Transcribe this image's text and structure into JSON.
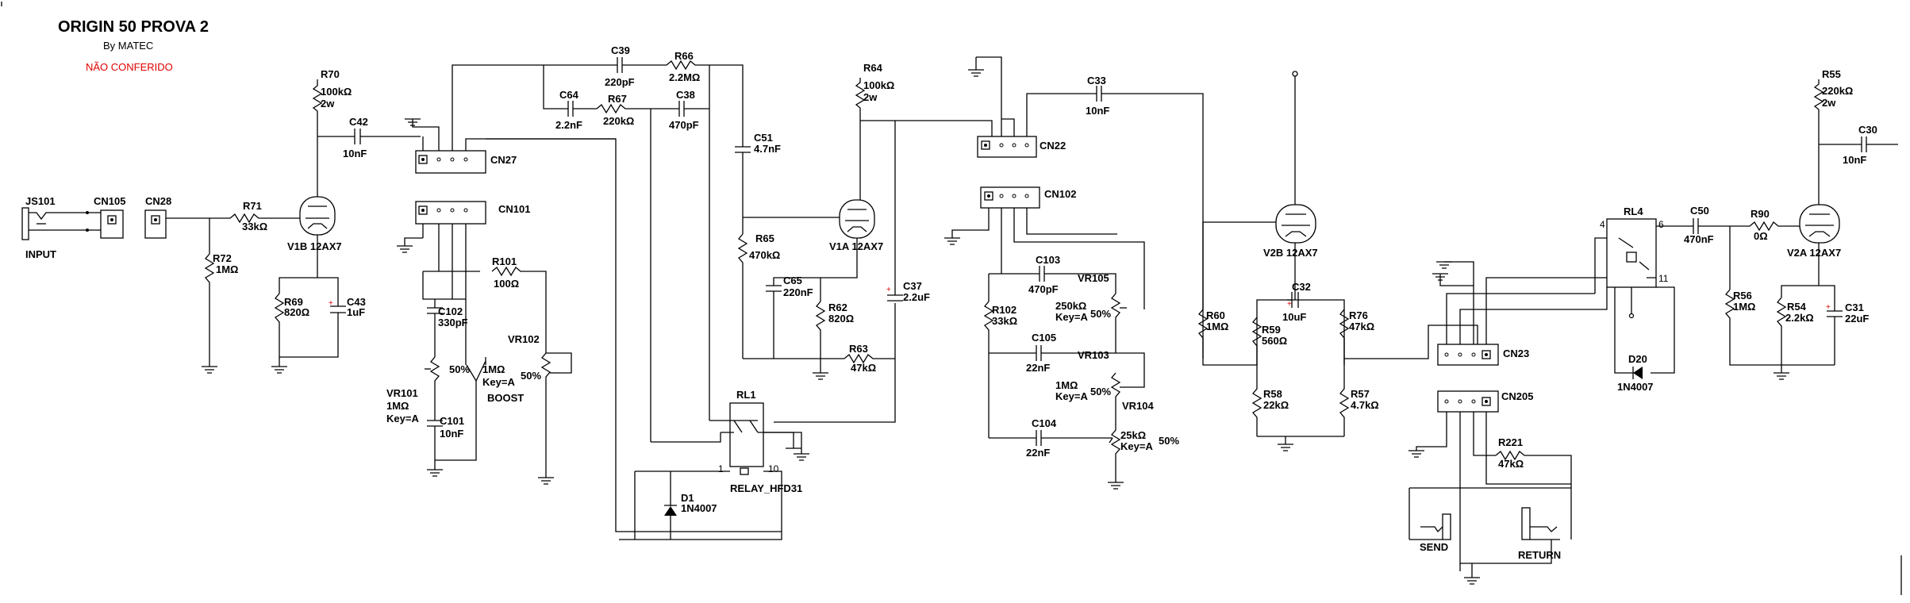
{
  "header": {
    "title": "ORIGIN 50 PROVA 2",
    "author": "By MATEC",
    "note": "NÃO CONFERIDO"
  },
  "jacks": {
    "input_ref": "JS101",
    "input_label": "INPUT",
    "send_label": "SEND",
    "return_label": "RETURN"
  },
  "connectors": {
    "cn105": "CN105",
    "cn28": "CN28",
    "cn27": "CN27",
    "cn101": "CN101",
    "cn22": "CN22",
    "cn102": "CN102",
    "cn23": "CN23",
    "cn205": "CN205"
  },
  "tubes": {
    "v1b": "V1B 12AX7",
    "v1a": "V1A 12AX7",
    "v2b": "V2B 12AX7",
    "v2a": "V2A 12AX7"
  },
  "resistors": {
    "r70": {
      "ref": "R70",
      "val": "100kΩ",
      "extra": "2w"
    },
    "r71": {
      "ref": "R71",
      "val": "33kΩ"
    },
    "r72": {
      "ref": "R72",
      "val": "1MΩ"
    },
    "r69": {
      "ref": "R69",
      "val": "820Ω"
    },
    "r101": {
      "ref": "R101",
      "val": "100Ω"
    },
    "r66": {
      "ref": "R66",
      "val": "2.2MΩ"
    },
    "r67": {
      "ref": "R67",
      "val": "220kΩ"
    },
    "r64": {
      "ref": "R64",
      "val": "100kΩ",
      "extra": "2w"
    },
    "r65": {
      "ref": "R65",
      "val": "470kΩ"
    },
    "r62": {
      "ref": "R62",
      "val": "820Ω"
    },
    "r63": {
      "ref": "R63",
      "val": "47kΩ"
    },
    "r102": {
      "ref": "R102",
      "val": "33kΩ"
    },
    "r60": {
      "ref": "R60",
      "val": "1MΩ"
    },
    "r59": {
      "ref": "R59",
      "val": "560Ω"
    },
    "r58": {
      "ref": "R58",
      "val": "22kΩ"
    },
    "r76": {
      "ref": "R76",
      "val": "47kΩ"
    },
    "r57": {
      "ref": "R57",
      "val": "4.7kΩ"
    },
    "r221": {
      "ref": "R221",
      "val": "47kΩ"
    },
    "r90": {
      "ref": "R90",
      "val": "0Ω"
    },
    "r56": {
      "ref": "R56",
      "val": "1MΩ"
    },
    "r54": {
      "ref": "R54",
      "val": "2.2kΩ"
    },
    "r55": {
      "ref": "R55",
      "val": "220kΩ",
      "extra": "2w"
    }
  },
  "capacitors": {
    "c42": {
      "ref": "C42",
      "val": "10nF"
    },
    "c43": {
      "ref": "C43",
      "val": "1uF"
    },
    "c102": {
      "ref": "C102",
      "val": "330pF"
    },
    "c101": {
      "ref": "C101",
      "val": "10nF"
    },
    "c39": {
      "ref": "C39",
      "val": "220pF"
    },
    "c64": {
      "ref": "C64",
      "val": "2.2nF"
    },
    "c38": {
      "ref": "C38",
      "val": "470pF"
    },
    "c51": {
      "ref": "C51",
      "val": "4.7nF"
    },
    "c65": {
      "ref": "C65",
      "val": "220nF"
    },
    "c37": {
      "ref": "C37",
      "val": "2.2uF"
    },
    "c33": {
      "ref": "C33",
      "val": "10nF"
    },
    "c103": {
      "ref": "C103",
      "val": "470pF"
    },
    "c105": {
      "ref": "C105",
      "val": "22nF"
    },
    "c104": {
      "ref": "C104",
      "val": "22nF"
    },
    "c32": {
      "ref": "C32",
      "val": "10uF"
    },
    "c50": {
      "ref": "C50",
      "val": "470nF"
    },
    "c31": {
      "ref": "C31",
      "val": "22uF"
    },
    "c30": {
      "ref": "C30",
      "val": "10nF"
    }
  },
  "pots": {
    "vr101": {
      "ref": "VR101",
      "val": "1MΩ",
      "key": "Key=A",
      "pct": "50%"
    },
    "vr102": {
      "ref": "VR102",
      "val": "1MΩ",
      "key": "Key=A",
      "pct": "50%"
    },
    "vr105": {
      "ref": "VR105",
      "val": "250kΩ",
      "key": "Key=A",
      "pct": "50%"
    },
    "vr103": {
      "ref": "VR103",
      "val": "1MΩ",
      "key": "Key=A",
      "pct": "50%"
    },
    "vr104": {
      "ref": "VR104",
      "val": "25kΩ",
      "key": "Key=A",
      "pct": "50%"
    }
  },
  "switches": {
    "boost": "BOOST"
  },
  "relays": {
    "rl1": {
      "ref": "RL1",
      "model": "RELAY_HFD31"
    },
    "rl4": {
      "ref": "RL4"
    }
  },
  "diodes": {
    "d1": {
      "ref": "D1",
      "val": "1N4007"
    },
    "d20": {
      "ref": "D20",
      "val": "1N4007"
    }
  },
  "pins": {
    "p1": "1",
    "p10": "10",
    "p4": "4",
    "p6": "6",
    "p11": "11"
  }
}
